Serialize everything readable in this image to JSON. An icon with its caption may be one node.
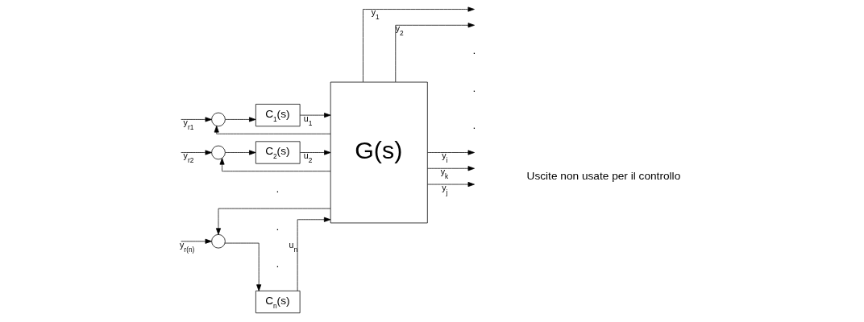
{
  "diagram": {
    "nodes": [
      {
        "text": [],
        "shape": "circle"
      },
      {
        "text": [],
        "shape": "circle"
      },
      {
        "text": [],
        "shape": "circle"
      },
      {
        "text": [
          "C$_{1}$(s)"
        ]
      },
      {
        "text": [
          "C$_{2}$(s)"
        ]
      },
      {
        "text": [
          "C$_{n}$(s)"
        ]
      },
      {
        "text": [
          "G(s)"
        ]
      }
    ],
    "edges": [
      {
        "from": null,
        "to": 0,
        "arrow": "to",
        "label": "y$_{r1}$"
      },
      {
        "from": null,
        "to": 1,
        "arrow": "to",
        "label": "y$_{r2}$"
      },
      {
        "from": null,
        "to": 2,
        "arrow": "to",
        "label": "y$_{r(n)}$"
      },
      {
        "from": 0,
        "to": 3,
        "arrow": "to"
      },
      {
        "from": 1,
        "to": 4,
        "arrow": "to"
      },
      {
        "from": 2,
        "to": 5,
        "arrow": "to"
      },
      {
        "from": 3,
        "to": 6,
        "arrow": "to",
        "label": "u$_{1}$"
      },
      {
        "from": 4,
        "to": 6,
        "arrow": "to",
        "label": "u$_{2}$"
      },
      {
        "from": 5,
        "to": 6,
        "arrow": "to",
        "label": "u$_{n}$"
      },
      {
        "from": 6,
        "to": null,
        "arrow": "to",
        "label": "y$_{1}$"
      },
      {
        "from": 6,
        "to": null,
        "arrow": "to",
        "label": "y$_{2}$"
      },
      {
        "from": 6,
        "to": null,
        "arrow": "to",
        "label": "y$_{i}$"
      },
      {
        "from": 6,
        "to": null,
        "arrow": "to",
        "label": "y$_{k}$"
      },
      {
        "from": 6,
        "to": null,
        "arrow": "to",
        "label": "y$_{j}$"
      },
      {
        "from": 6,
        "to": 0,
        "arrow": "to"
      },
      {
        "from": 6,
        "to": 1,
        "arrow": "to"
      },
      {
        "from": 6,
        "to": 2,
        "arrow": "to"
      }
    ],
    "labels": [
      ".",
      ".",
      ".",
      ".",
      ".",
      ".",
      "Uscite non usate per il controllo"
    ]
  }
}
